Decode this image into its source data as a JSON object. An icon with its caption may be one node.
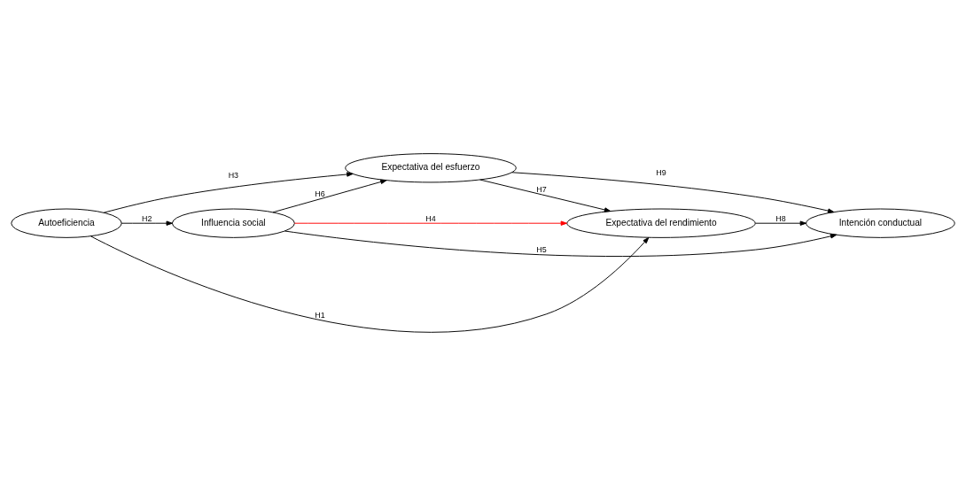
{
  "diagram": {
    "nodes": [
      {
        "text": [
          "Expectativa del rendimiento"
        ]
      },
      {
        "text": [
          "Autoeficiencia"
        ]
      },
      {
        "text": [
          "Influencia social"
        ]
      },
      {
        "text": [
          "Intención conductual"
        ]
      },
      {
        "text": [
          "Expectativa del esfuerzo"
        ]
      }
    ],
    "edges": [
      {
        "from": 1,
        "to": 0,
        "arrow": "to",
        "label": "H1"
      },
      {
        "from": 1,
        "to": 2,
        "arrow": "to",
        "label": "H2"
      },
      {
        "from": 1,
        "to": 4,
        "arrow": "to",
        "label": "H3"
      },
      {
        "from": 2,
        "to": 0,
        "arrow": "to",
        "label": "H4",
        "color": "#ff0000"
      },
      {
        "from": 2,
        "to": 3,
        "arrow": "to",
        "label": "H5"
      },
      {
        "from": 2,
        "to": 4,
        "arrow": "to",
        "label": "H6"
      },
      {
        "from": 4,
        "to": 0,
        "arrow": "to",
        "label": "H7"
      },
      {
        "from": 0,
        "to": 3,
        "arrow": "to",
        "label": "H8"
      },
      {
        "from": 4,
        "to": 3,
        "arrow": "to",
        "label": "H9"
      }
    ]
  }
}
